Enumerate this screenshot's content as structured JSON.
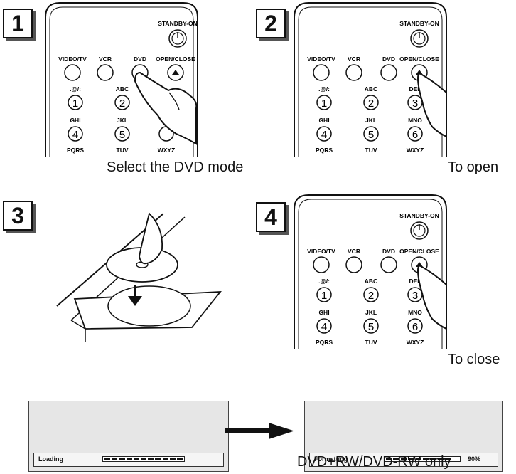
{
  "steps": [
    {
      "number": "1",
      "caption": "Select the DVD mode"
    },
    {
      "number": "2",
      "caption": "To open"
    },
    {
      "number": "3",
      "caption": ""
    },
    {
      "number": "4",
      "caption": "To close"
    }
  ],
  "remote": {
    "standby": "STANDBY-ON",
    "buttons": [
      "VIDEO/TV",
      "VCR",
      "DVD",
      "OPEN/CLOSE"
    ],
    "keys_row1": [
      {
        "top": ".@/:",
        "digit": "1"
      },
      {
        "top": "ABC",
        "digit": "2"
      },
      {
        "top": "DEF",
        "digit": "3"
      }
    ],
    "keys_row2": [
      {
        "top": "GHI",
        "digit": "4"
      },
      {
        "top": "JKL",
        "digit": "5"
      },
      {
        "top": "MNO",
        "digit": "6"
      }
    ],
    "bottom_labels": [
      "PQRS",
      "TUV",
      "WXYZ"
    ]
  },
  "screens": {
    "left": {
      "status": "Loading"
    },
    "right": {
      "status": "Formatting",
      "percent": "90%"
    },
    "footnote": "DVD+RW/DVD-RW only"
  }
}
